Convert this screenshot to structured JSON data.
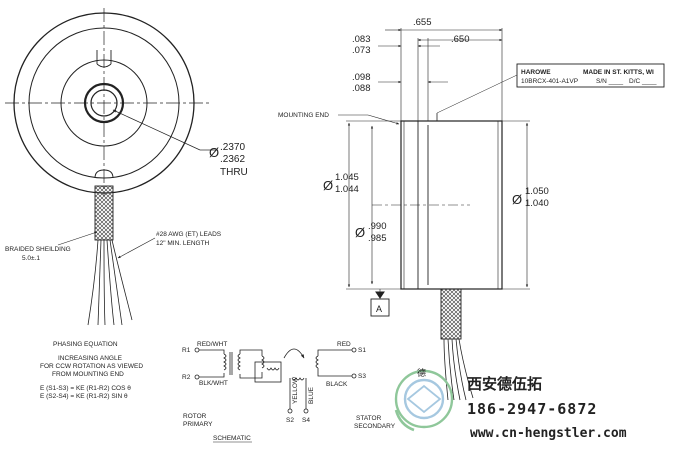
{
  "top_view": {
    "hole_dia_max": ".2370",
    "hole_dia_min": ".2362",
    "thru": "THRU",
    "dia_symbol": "Ø",
    "awg_line1": "#28 AWG (ET) LEADS",
    "awg_line2": "12\" MIN. LENGTH",
    "braid_line1": "BRAIDED SHEILDING",
    "braid_line2": "5.0±.1"
  },
  "side_view": {
    "dim_655": ".655",
    "dim_650": ".650",
    "dim_083": ".083",
    "dim_073": ".073",
    "dim_098": ".098",
    "dim_088": ".088",
    "mounting_end": "MOUNTING END",
    "dia_1045": "1.045",
    "dia_1044": "1.044",
    "dia_990": ".990",
    "dia_985": ".985",
    "dia_1050": "1.050",
    "dia_1040": "1.040",
    "dia_symbol": "Ø",
    "datum": "A"
  },
  "label_plate": {
    "brand": "HAROWE",
    "made_in": "MADE IN ST. KITTS, WI",
    "part_no": "10BRCX-401-A1VP",
    "sn": "S/N ____",
    "dc": "D/C ____"
  },
  "phasing": {
    "title": "PHASING EQUATION",
    "line1": "INCREASING ANGLE",
    "line2": "FOR CCW ROTATION AS VIEWED",
    "line3": "FROM MOUNTING END",
    "eq1": "E (S1-S3) = KE (R1-R2) COS θ",
    "eq2": "E (S2-S4) = KE (R1-R2) SIN θ"
  },
  "schematic": {
    "r1": "R1",
    "r2": "R2",
    "red_wht": "RED/WHT",
    "blk_wht": "BLK/WHT",
    "red": "RED",
    "black": "BLACK",
    "yellow": "YELLOW",
    "blue": "BLUE",
    "s1": "S1",
    "s2": "S2",
    "s3": "S3",
    "s4": "S4",
    "rotor1": "ROTOR",
    "rotor2": "PRIMARY",
    "stator1": "STATOR",
    "stator2": "SECONDARY",
    "title": "SCHEMATIC"
  },
  "watermark": {
    "company": "西安德伍拓",
    "phone": "186-2947-6872",
    "url": "www.cn-hengstler.com",
    "seal_text": "德"
  }
}
